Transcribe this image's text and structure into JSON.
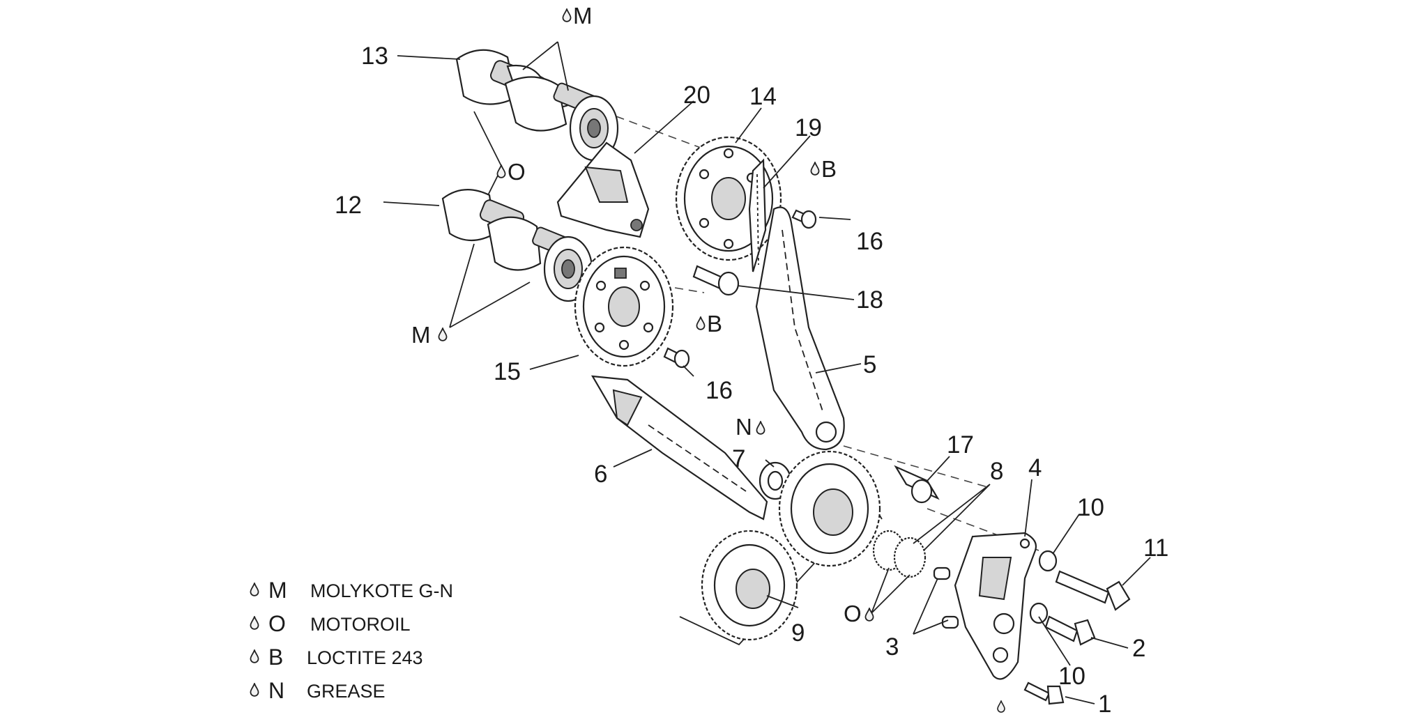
{
  "callouts": {
    "c1": "1",
    "c2": "2",
    "c3": "3",
    "c4": "4",
    "c5": "5",
    "c6": "6",
    "c7": "7",
    "c8": "8",
    "c9": "9",
    "c10a": "10",
    "c10b": "10",
    "c11": "11",
    "c12": "12",
    "c13": "13",
    "c14": "14",
    "c15": "15",
    "c16a": "16",
    "c16b": "16",
    "c17": "17",
    "c18": "18",
    "c19": "19",
    "c20": "20"
  },
  "lube_marks": {
    "m_top": "M",
    "o_top": "O",
    "m_left": "M",
    "b_upper": "B",
    "b_lower": "B",
    "n_mark": "N",
    "o_lower": "O"
  },
  "legend": [
    {
      "code": "M",
      "name": "MOLYKOTE G-N"
    },
    {
      "code": "O",
      "name": "MOTOROIL"
    },
    {
      "code": "B",
      "name": "LOCTITE 243"
    },
    {
      "code": "N",
      "name": "GREASE"
    }
  ],
  "icons": {
    "drop": "oil-drop-icon"
  }
}
